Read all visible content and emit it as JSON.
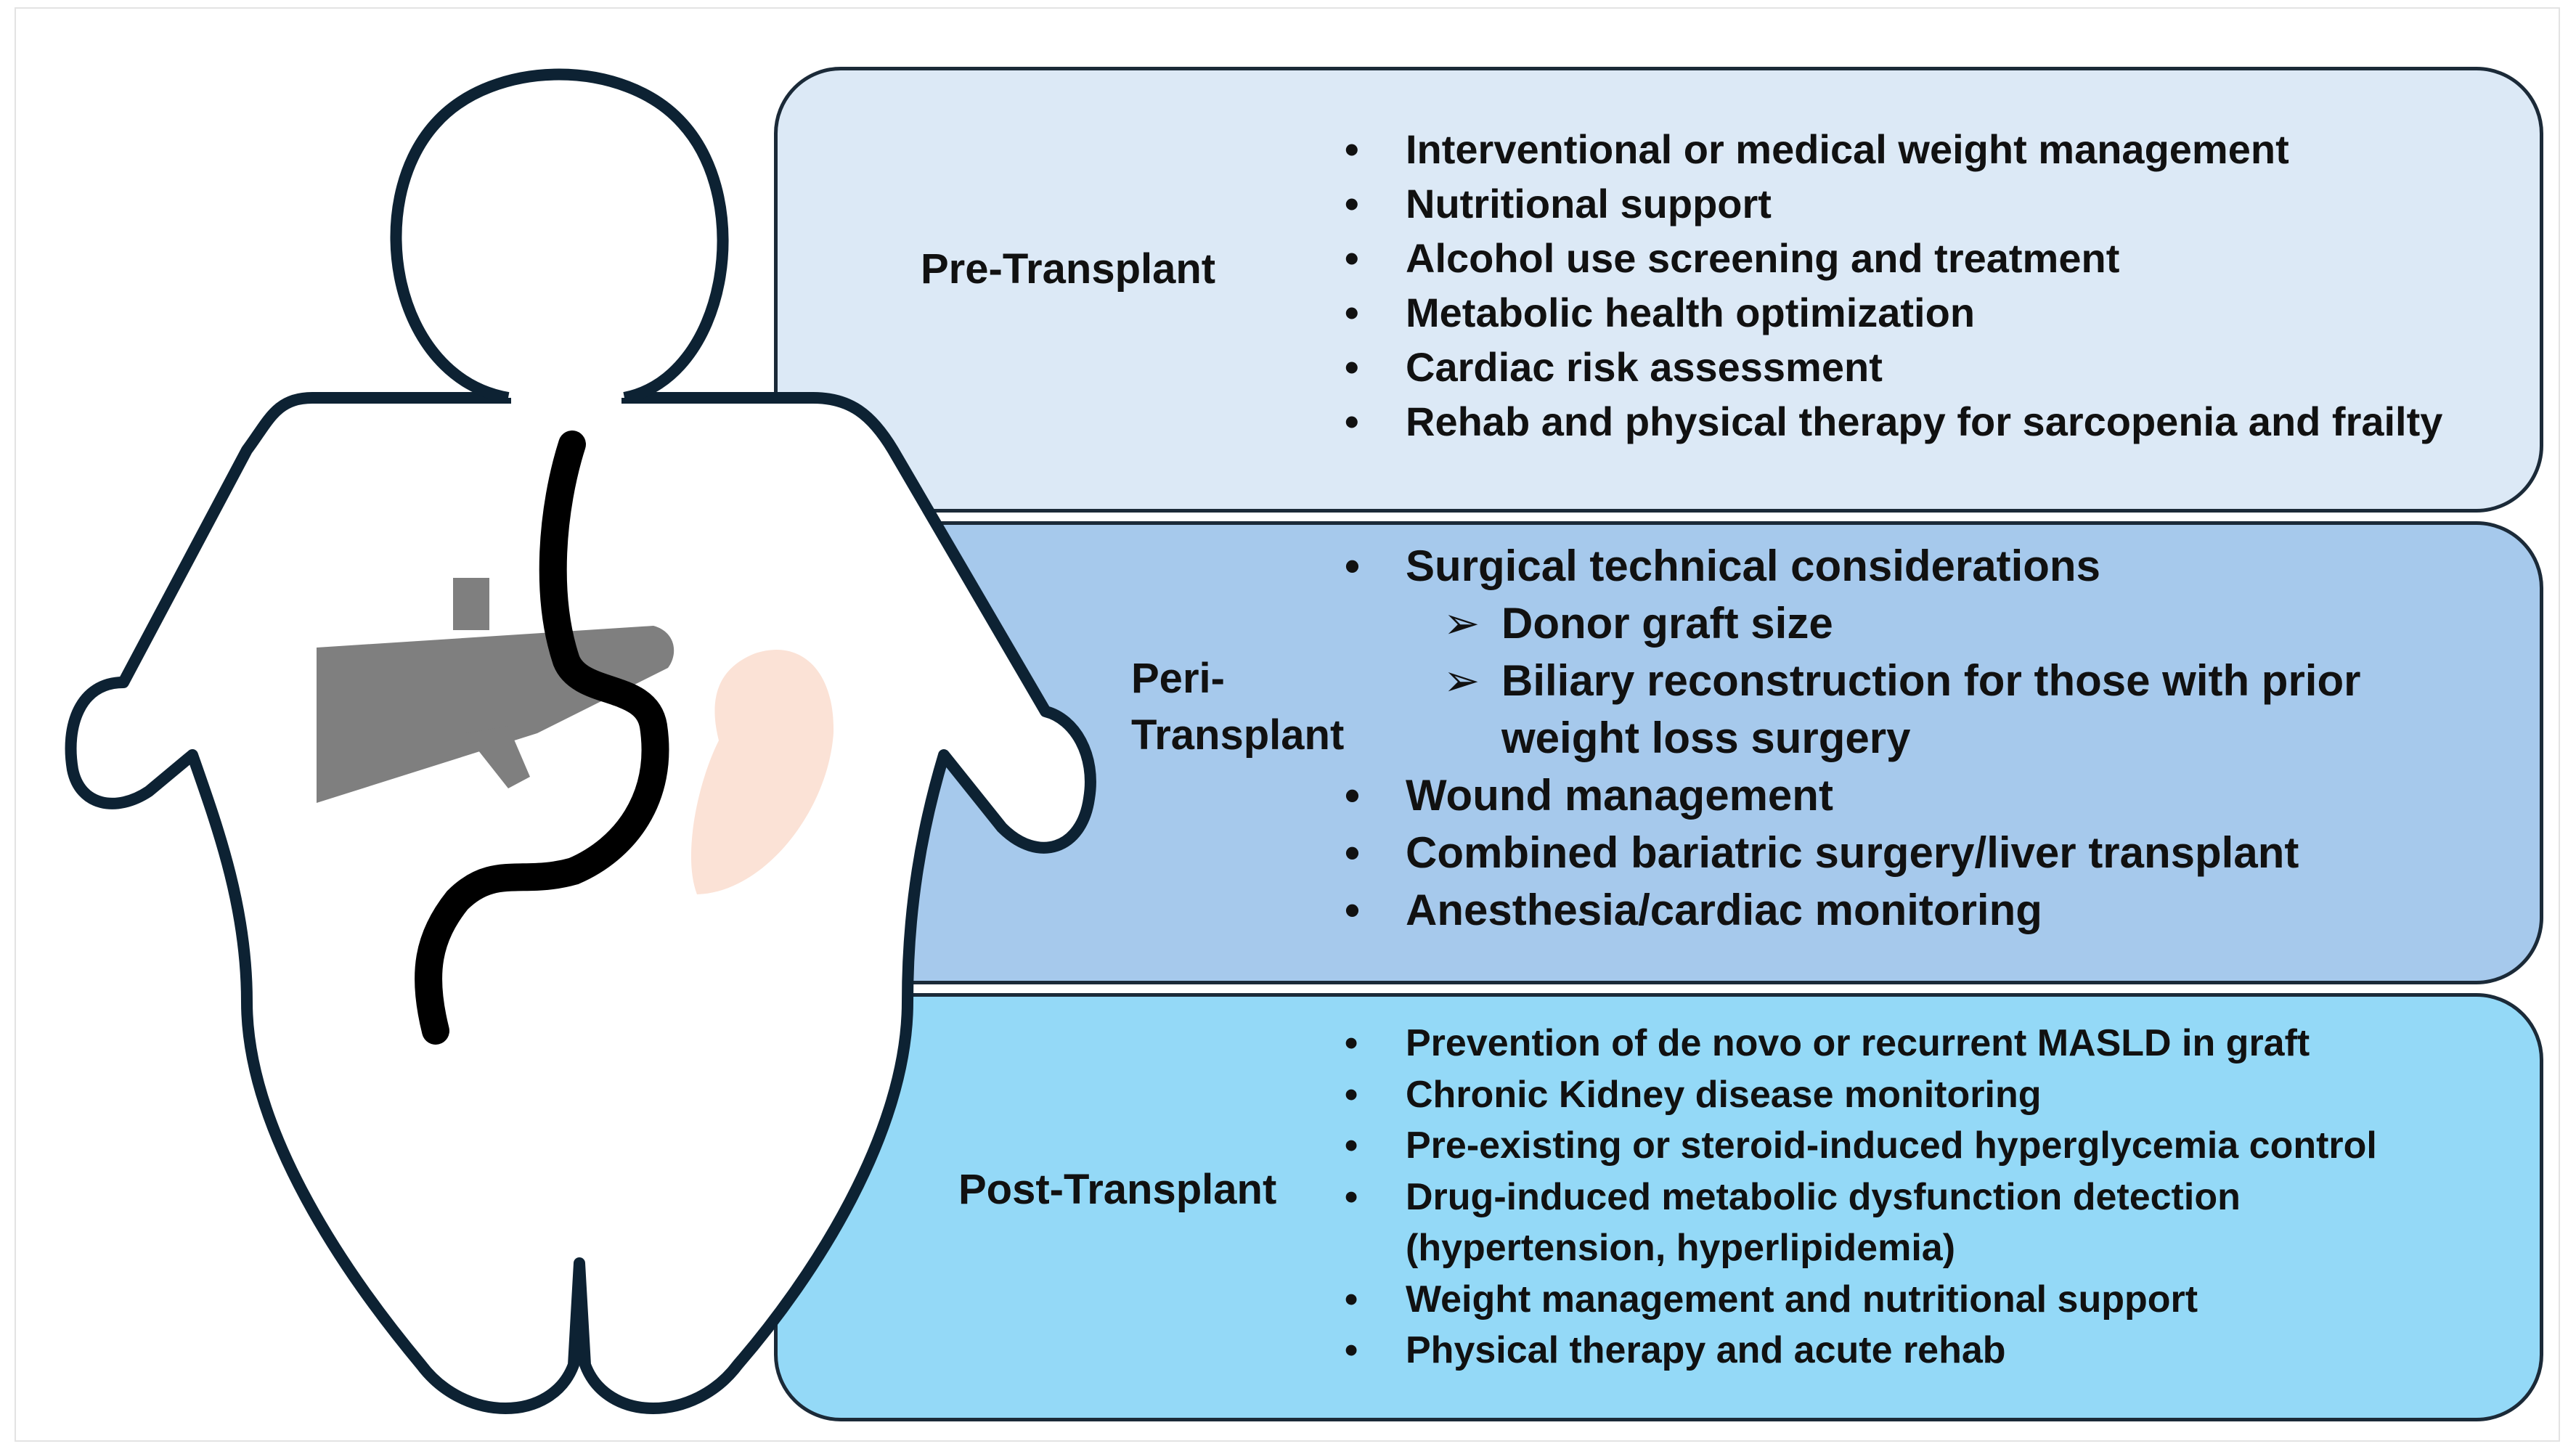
{
  "stages": {
    "pre": {
      "label": "Pre-Transplant",
      "items": [
        "Interventional or medical weight management",
        "Nutritional support",
        "Alcohol use screening and treatment",
        "Metabolic health optimization",
        "Cardiac risk assessment",
        "Rehab and physical therapy for sarcopenia and frailty"
      ]
    },
    "peri": {
      "label": "Peri-Transplant",
      "items": [
        "Surgical technical considerations",
        "Donor graft size",
        "Biliary reconstruction for those with prior",
        "weight loss surgery",
        "Wound management",
        "Combined bariatric surgery/liver transplant",
        "Anesthesia/cardiac monitoring"
      ]
    },
    "post": {
      "label": "Post-Transplant",
      "items": [
        "Prevention of de novo or recurrent MASLD in graft",
        "Chronic Kidney disease monitoring",
        "Pre-existing or steroid-induced hyperglycemia control",
        "Drug-induced metabolic dysfunction detection",
        "(hypertension, hyperlipidemia)",
        "Weight management and nutritional support",
        "Physical therapy and acute rehab"
      ]
    }
  },
  "colors": {
    "pre_panel": "#dce9f6",
    "peri_panel": "#a6c9ec",
    "post_panel": "#94d9f7",
    "outline": "#1b2a38",
    "liver": "#7f7f7f",
    "pancreas": "#fbe2d6"
  },
  "icons": [
    "human-body-icon",
    "liver-icon",
    "stomach-intestine-icon",
    "pancreas-icon"
  ]
}
